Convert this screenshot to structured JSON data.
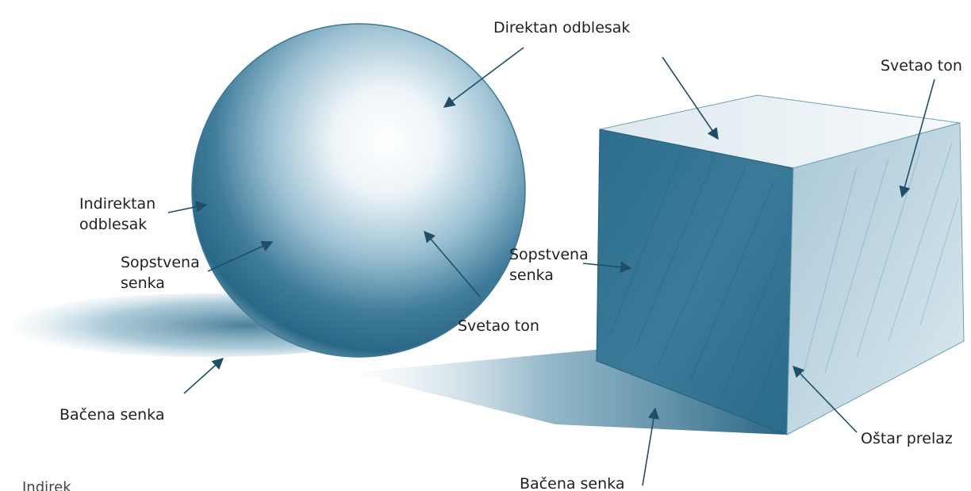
{
  "labels": {
    "direct_highlight": "Direktan odblesak",
    "light_tone_cube": "Svetao ton",
    "indirect_highlight": "Indirektan odblesak",
    "own_shadow_sphere": "Sopstvena senka",
    "own_shadow_cube": "Sopstvena senka",
    "light_tone_sphere": "Svetao ton",
    "cast_shadow_sphere": "Bačena senka",
    "sharp_transition": "Oštar prelaz",
    "cast_shadow_cube": "Bačena senka",
    "cut_text": "Indirek"
  },
  "colors": {
    "pencil_dark": "#1e5d7d",
    "pencil_mid": "#5f97b2",
    "pencil_light": "#d6e7ef",
    "arrow": "#1f4f66"
  }
}
